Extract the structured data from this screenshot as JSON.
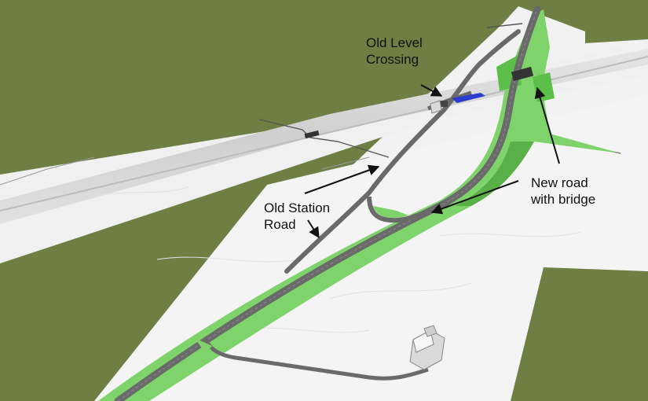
{
  "colors": {
    "background": "#6f7f44",
    "terrain": "#f1f1f1",
    "railway": "#d8d8d8",
    "road": "#6a6a6a",
    "embankment": "#7ed36a",
    "embankment_dark": "#4fa83f",
    "level_crossing_marker": "#2b3ccf",
    "arrow": "#111111"
  },
  "labels": {
    "old_level_crossing": [
      "Old Level",
      "Crossing"
    ],
    "new_road": [
      "New road",
      "with bridge"
    ],
    "old_station_road": [
      "Old Station",
      "Road"
    ]
  },
  "icons": {
    "farmhouse": "house-icon",
    "station_building": "building-icon"
  }
}
